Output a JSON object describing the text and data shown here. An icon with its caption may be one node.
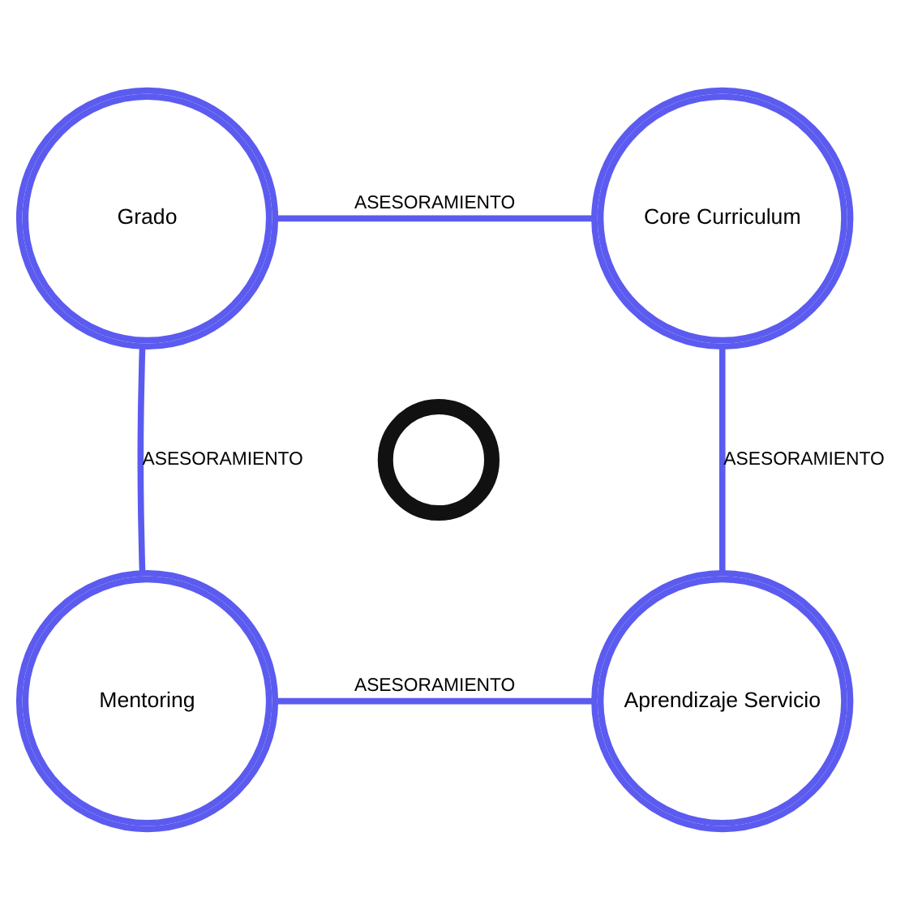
{
  "diagram": {
    "nodes": [
      {
        "text": [
          "Grado"
        ]
      },
      {
        "text": [
          "Core Curriculum"
        ]
      },
      {
        "text": [],
        "shape": "person"
      },
      {
        "text": [
          "Mentoring"
        ]
      },
      {
        "text": [
          "Aprendizaje Servicio"
        ]
      }
    ],
    "edges": [
      {
        "from": 0,
        "to": 1,
        "arrow": "none",
        "label": "ASESORAMIENTO"
      },
      {
        "from": 0,
        "to": 3,
        "arrow": "none",
        "label": "ASESORAMIENTO"
      },
      {
        "from": 1,
        "to": 4,
        "arrow": "none",
        "label": "ASESORAMIENTO"
      },
      {
        "from": 3,
        "to": 4,
        "arrow": "none",
        "label": "ASESORAMIENTO"
      }
    ]
  }
}
